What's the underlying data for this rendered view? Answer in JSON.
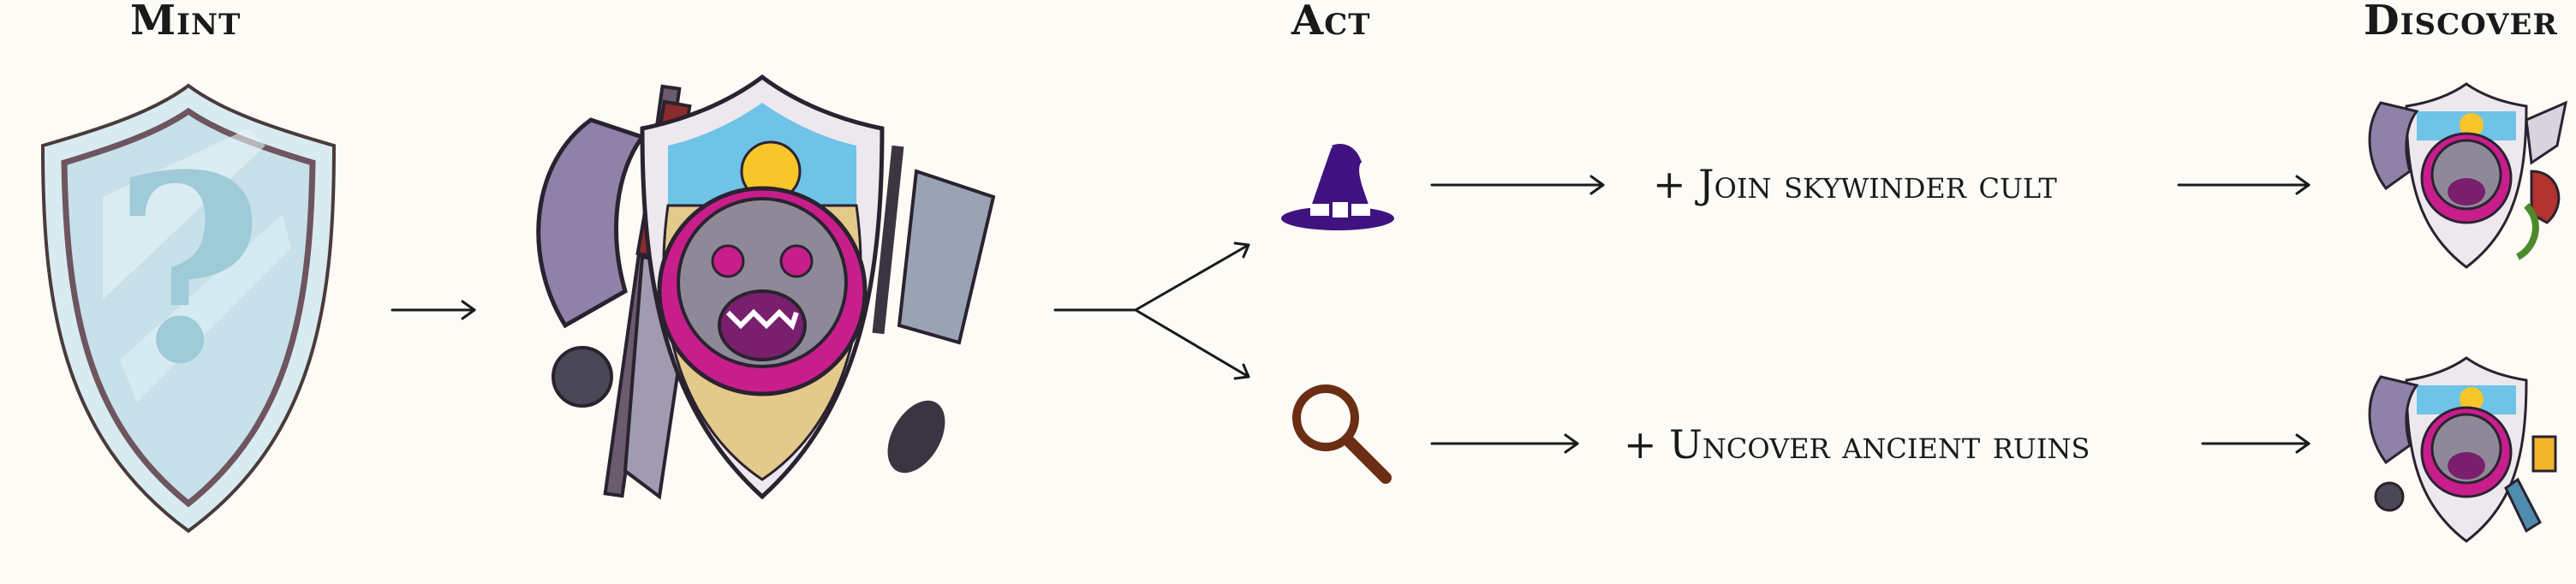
{
  "stages": {
    "mint": "Mint",
    "act": "Act",
    "discover": "Discover"
  },
  "actions": [
    {
      "label": "+ Join skywinder cult",
      "icon": "wizard-hat-icon"
    },
    {
      "label": "+ Uncover ancient ruins",
      "icon": "magnifier-icon"
    }
  ],
  "colors": {
    "background": "#fdfbf5",
    "shield_blue": "#cfe4ec",
    "hat_purple": "#3f1280",
    "magnifier_brown": "#6b2e14",
    "beast_magenta": "#c81e8c"
  }
}
